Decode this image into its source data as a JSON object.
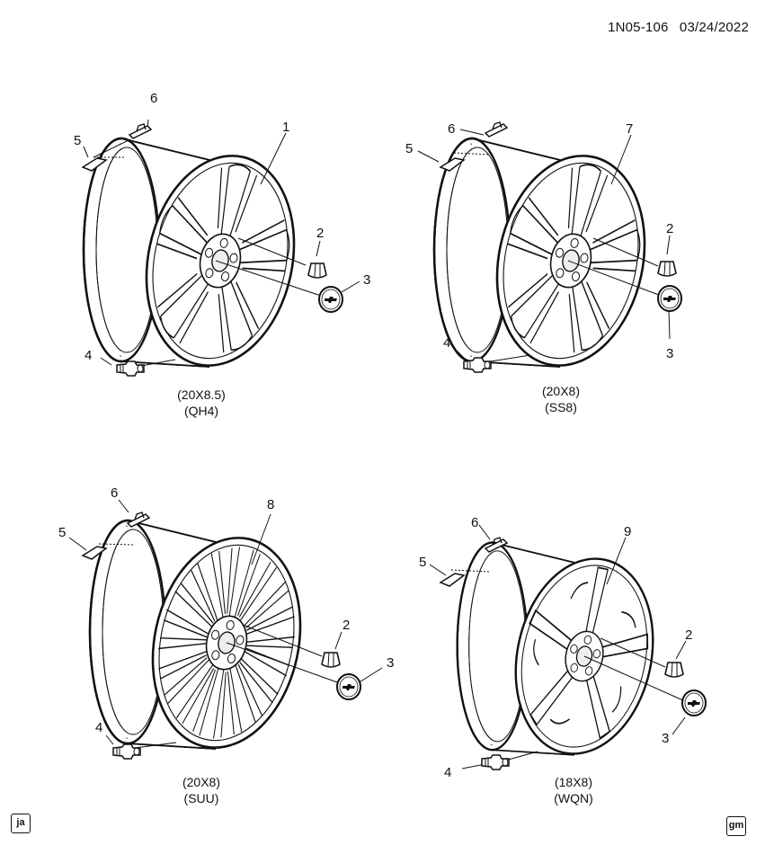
{
  "header": {
    "doc_code": "1N05-106",
    "date": "03/24/2022"
  },
  "wheels": [
    {
      "id": "qh4",
      "part": "1",
      "size": "(20X8.5)",
      "rpo": "(QH4)",
      "style": "twin-spoke"
    },
    {
      "id": "ss8",
      "part": "7",
      "size": "(20X8)",
      "rpo": "(SS8)",
      "style": "twin-spoke"
    },
    {
      "id": "suu",
      "part": "8",
      "size": "(20X8)",
      "rpo": "(SUU)",
      "style": "multi-spoke"
    },
    {
      "id": "wqn",
      "part": "9",
      "size": "(18X8)",
      "rpo": "(WQN)",
      "style": "split-spoke"
    }
  ],
  "parts": {
    "nut": "2",
    "cap": "3",
    "valve": "4",
    "label": "5",
    "weight": "6"
  },
  "badges": {
    "left": "ja",
    "right": "gm"
  }
}
